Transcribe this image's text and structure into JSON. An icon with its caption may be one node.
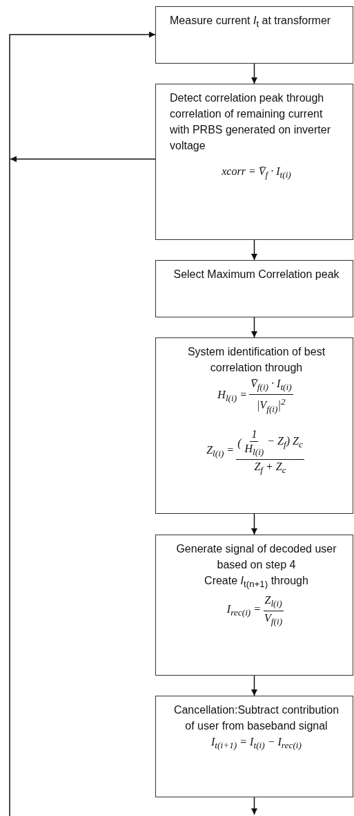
{
  "diagram": {
    "nodes": [
      {
        "text": [
          "Measure current *I*$_{t}$ at transformer"
        ]
      },
      {
        "text": [
          "Detect correlation peak through correlation of remaining current with PRBS generated on inverter voltage",
          "xcorr = V̄$_{f}$ · I$_{t(i)}$"
        ]
      },
      {
        "text": [
          "Select Maximum Correlation peak"
        ]
      },
      {
        "text": [
          "System identification of best correlation through",
          "H$_{l(i)}$ =",
          "V̄$_{f(i)}$ · I$_{t(i)}$",
          "|V$_{f(i)}$|$^{2}$",
          "Z$_{l(i)}$ =",
          "(",
          "1",
          "H$_{l(i)}$",
          "− Z$_{f}$) Z$_{c}$",
          "Z$_{f}$ + Z$_{c}$"
        ]
      },
      {
        "text": [
          "Generate signal of decoded user based on step 4",
          "Create *I*$_{t(n+1)}$ through",
          "I$_{rec(i)}$ =",
          "Z$_{l(i)}$",
          "V$_{f(i)}$"
        ]
      },
      {
        "text": [
          "Cancellation:Subtract contribution of user from baseband signal",
          "I$_{t(i+1)}$ = I$_{t(i)}$ − I$_{rec(i)}$"
        ]
      }
    ],
    "edges": [
      {
        "from": 0,
        "to": 1,
        "arrow": "to"
      },
      {
        "from": 1,
        "to": 2,
        "arrow": "to"
      },
      {
        "from": 2,
        "to": 3,
        "arrow": "to"
      },
      {
        "from": 3,
        "to": 4,
        "arrow": "to"
      },
      {
        "from": 4,
        "to": 5,
        "arrow": "to"
      },
      {
        "from": 5,
        "to": null,
        "arrow": "to"
      },
      {
        "from": 1,
        "to": null,
        "arrow": "to"
      },
      {
        "from": null,
        "to": 0,
        "arrow": "to"
      }
    ]
  }
}
